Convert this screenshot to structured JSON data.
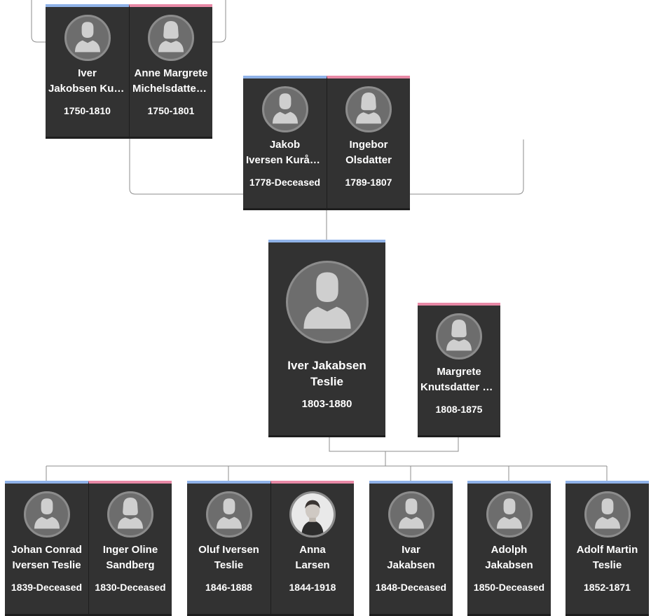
{
  "colors": {
    "male": "#8fb2e8",
    "female": "#e889a6",
    "card_bg": "#323232",
    "line": "#8c8c8c"
  },
  "people": {
    "iver_kur": {
      "name1": "Iver",
      "name2": "Jakobsen Kur…",
      "dates": "1750-1810",
      "gender": "male",
      "avatar": "male-silhouette-icon"
    },
    "anne": {
      "name1": "Anne Margrete",
      "name2": "Michelsdatter…",
      "dates": "1750-1801",
      "gender": "female",
      "avatar": "female-silhouette-icon"
    },
    "jakob": {
      "name1": "Jakob",
      "name2": "Iversen Kurås…",
      "dates": "1778-Deceased",
      "gender": "male",
      "avatar": "male-silhouette-icon"
    },
    "ingebor": {
      "name1": "Ingebor",
      "name2": "Olsdatter",
      "dates": "1789-1807",
      "gender": "female",
      "avatar": "female-silhouette-icon"
    },
    "iver_teslie": {
      "name1": "Iver Jakabsen",
      "name2": "Teslie",
      "dates": "1803-1880",
      "gender": "male",
      "avatar": "male-silhouette-icon"
    },
    "margrete": {
      "name1": "Margrete",
      "name2": "Knutsdatter H…",
      "dates": "1808-1875",
      "gender": "female",
      "avatar": "female-silhouette-icon"
    },
    "johan": {
      "name1": "Johan Conrad",
      "name2": "Iversen Teslie",
      "dates": "1839-Deceased",
      "gender": "male",
      "avatar": "male-silhouette-icon"
    },
    "inger": {
      "name1": "Inger Oline",
      "name2": "Sandberg",
      "dates": "1830-Deceased",
      "gender": "female",
      "avatar": "female-silhouette-icon"
    },
    "oluf": {
      "name1": "Oluf Iversen",
      "name2": "Teslie",
      "dates": "1846-1888",
      "gender": "male",
      "avatar": "male-silhouette-icon"
    },
    "anna": {
      "name1": "Anna",
      "name2": "Larsen",
      "dates": "1844-1918",
      "gender": "female",
      "avatar": "portrait-photo-icon"
    },
    "ivar": {
      "name1": "Ivar",
      "name2": "Jakabsen",
      "dates": "1848-Deceased",
      "gender": "male",
      "avatar": "male-silhouette-icon"
    },
    "adolph": {
      "name1": "Adolph",
      "name2": "Jakabsen",
      "dates": "1850-Deceased",
      "gender": "male",
      "avatar": "male-silhouette-icon"
    },
    "adolf": {
      "name1": "Adolf Martin",
      "name2": "Teslie",
      "dates": "1852-1871",
      "gender": "male",
      "avatar": "male-silhouette-icon"
    }
  }
}
